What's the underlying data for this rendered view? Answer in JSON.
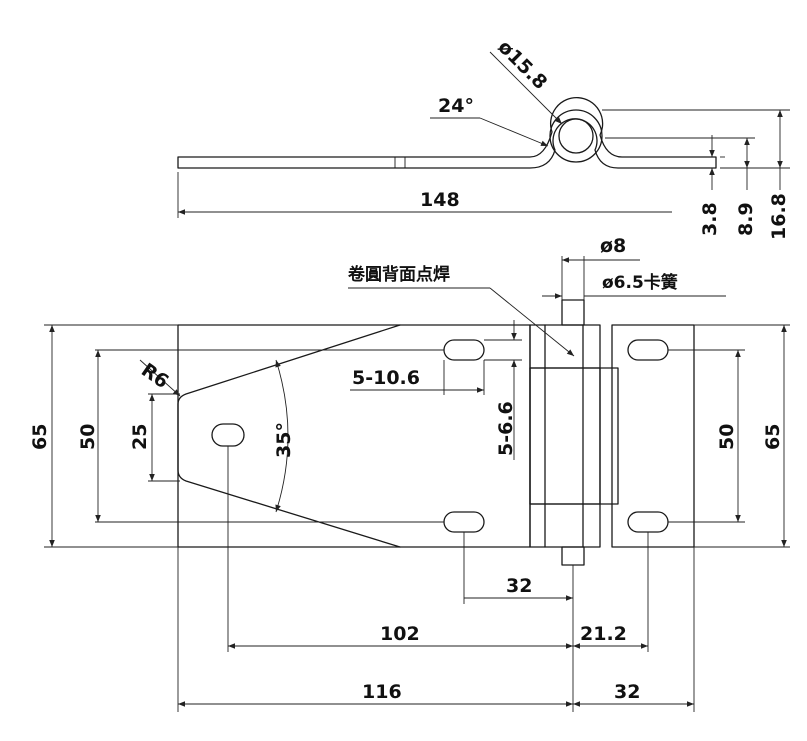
{
  "side_view": {
    "diameter_label": "ø15.8",
    "angle_label": "24°",
    "length_label": "148",
    "thickness_label": "3.8",
    "height_mid_label": "8.9",
    "height_total_label": "16.8"
  },
  "front_view": {
    "weld_note": "卷圓背面点焊",
    "pin_diameter_label": "ø8",
    "spring_label": "ø6.5卡簧",
    "radius_label": "R6",
    "angle_label": "35°",
    "slot_length_label": "5-10.6",
    "slot_width_label": "5-6.6",
    "left_height_label": "65",
    "left_hole_spacing_label": "50",
    "narrow_end_label": "25",
    "right_hole_spacing_label": "50",
    "right_height_label": "65",
    "hole_offset_label": "32",
    "center_slot_distance_label": "102",
    "right_slot_offset_label": "21.2",
    "left_leaf_length_label": "116",
    "right_leaf_length_label": "32"
  }
}
